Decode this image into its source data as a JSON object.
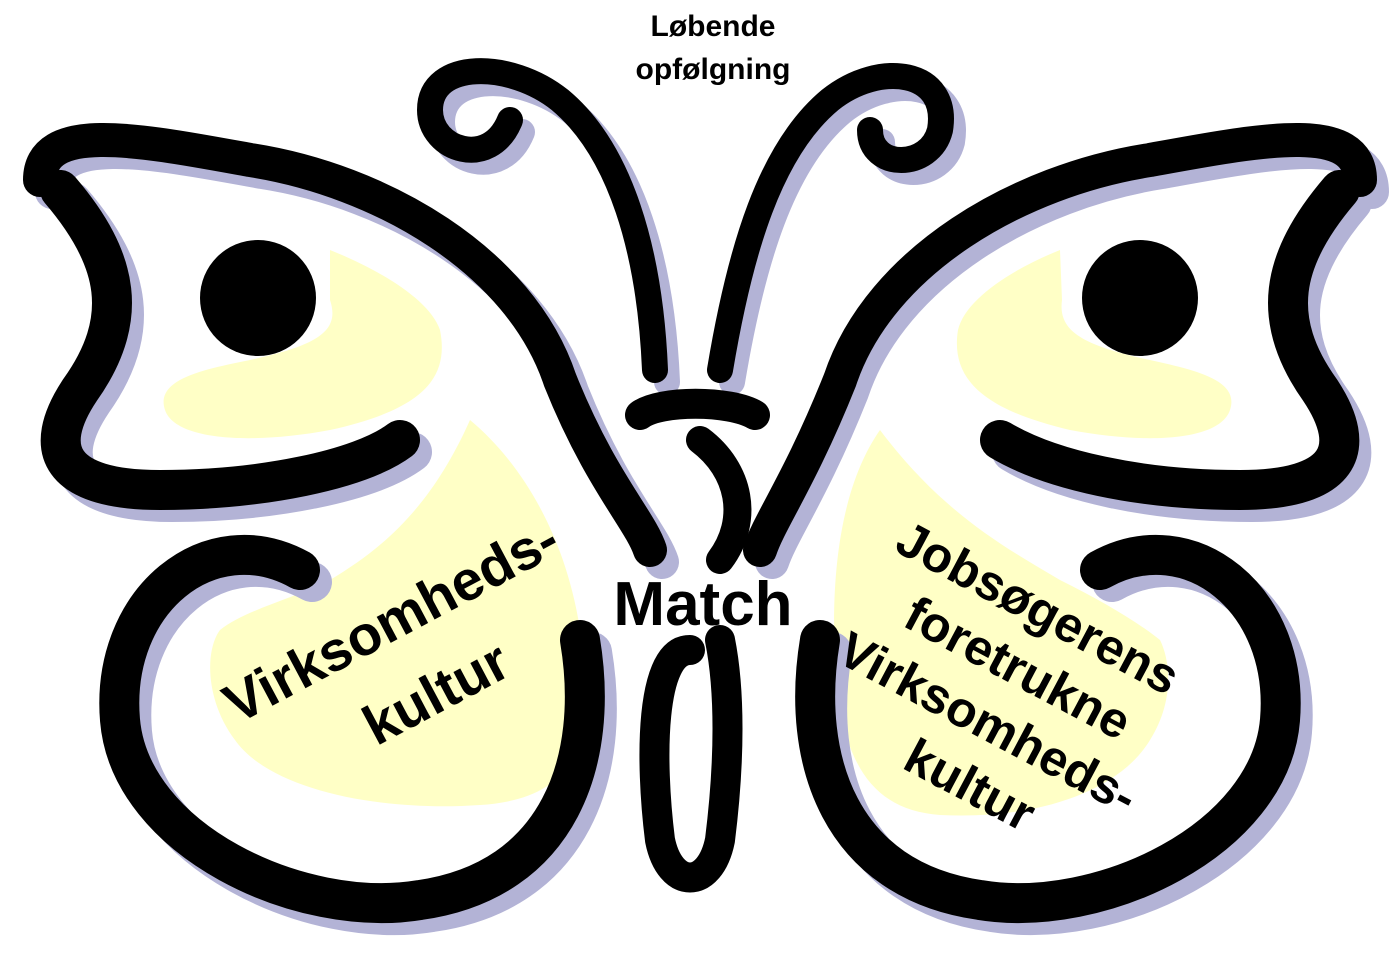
{
  "labels": {
    "top_line1": "Løbende",
    "top_line2": "opfølgning",
    "center": "Match",
    "left_line1": "Virksomheds-",
    "left_line2": "kultur",
    "right_line1": "Jobsøgerens",
    "right_line2": "foretrukne",
    "right_line3": "Virksomheds-",
    "right_line4": "kultur"
  },
  "colors": {
    "outline": "#000000",
    "shadow": "#b3b3d6",
    "wing_fill": "#ffffc6",
    "background": "#ffffff"
  }
}
